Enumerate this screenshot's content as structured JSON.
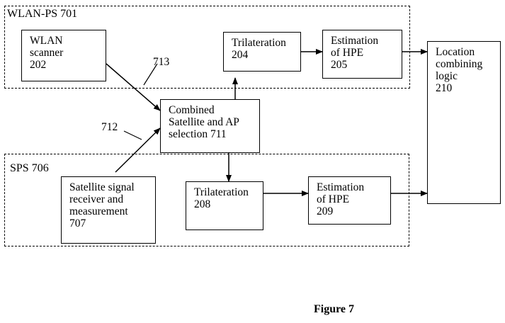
{
  "groups": {
    "wlan": {
      "label": "WLAN-PS 701"
    },
    "sps": {
      "label": "SPS 706"
    }
  },
  "boxes": {
    "wlan_scanner": {
      "line1": "WLAN",
      "line2": "scanner",
      "line3": "202"
    },
    "tri_204": {
      "line1": "Trilateration",
      "line2": "204"
    },
    "hpe_205": {
      "line1": "Estimation",
      "line2": "of HPE",
      "line3": "205"
    },
    "location": {
      "line1": "Location",
      "line2": "combining",
      "line3": "logic",
      "line4": "210"
    },
    "combined": {
      "line1": "Combined",
      "line2": "Satellite and AP",
      "line3": "selection 711"
    },
    "satellite": {
      "line1": "Satellite signal",
      "line2": "receiver and",
      "line3": "measurement",
      "line4": "707"
    },
    "tri_208": {
      "line1": "Trilateration",
      "line2": "208"
    },
    "hpe_209": {
      "line1": "Estimation",
      "line2": "of HPE",
      "line3": "209"
    }
  },
  "labels": {
    "ref_713": "713",
    "ref_712": "712"
  },
  "figure_caption": "Figure 7"
}
